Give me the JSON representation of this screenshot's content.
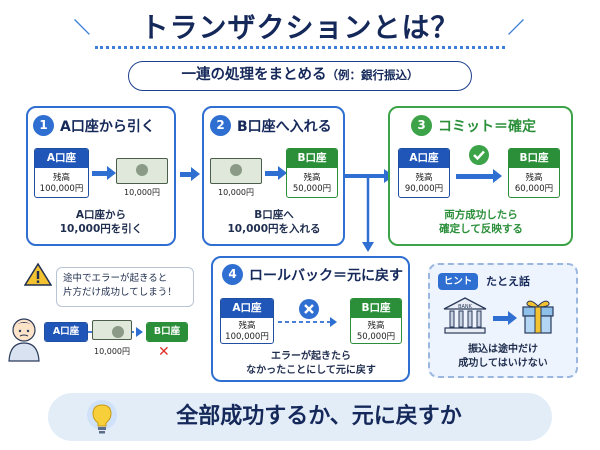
{
  "title": "トランザクションとは？",
  "subtitle": {
    "main": "一連の処理をまとめる",
    "example": "（例：銀行振込）"
  },
  "step1": {
    "num": "1",
    "title": "A口座から引く",
    "account_label": "A口座",
    "balance_label": "残高",
    "balance": "100,000円",
    "cash_amount": "10,000円",
    "caption": [
      "A口座から",
      "10,000円を引く"
    ]
  },
  "step2": {
    "num": "2",
    "title": "B口座へ入れる",
    "account_label": "B口座",
    "balance_label": "残高",
    "balance": "50,000円",
    "cash_amount": "10,000円",
    "caption": [
      "B口座へ",
      "10,000円を入れる"
    ]
  },
  "step3": {
    "num": "3",
    "title": "コミット＝確定",
    "a_label": "A口座",
    "a_balance_label": "残高",
    "a_balance": "90,000円",
    "b_label": "B口座",
    "b_balance_label": "残高",
    "b_balance": "60,000円",
    "caption": [
      "両方成功したら",
      "確定して反映する"
    ]
  },
  "step4": {
    "num": "4",
    "title": "ロールバック＝元に戻す",
    "a_label": "A口座",
    "a_balance_label": "残高",
    "a_balance": "100,000円",
    "b_label": "B口座",
    "b_balance_label": "残高",
    "b_balance": "50,000円",
    "caption": [
      "エラーが起きたら",
      "なかったことにして元に戻す"
    ]
  },
  "warning": {
    "text": [
      "途中でエラーが起きると",
      "片方だけ成功してしまう！"
    ],
    "a_label": "A口座",
    "cash_amount": "10,000円",
    "b_label": "B口座"
  },
  "hint": {
    "label": "ヒント",
    "title": "たとえ話",
    "bank_text": "BANK",
    "caption": [
      "振込は途中だけ",
      "成功してはいけない"
    ]
  },
  "banner": {
    "text": "全部成功するか、元に戻すか"
  },
  "colors": {
    "blue": "#2f6fd1",
    "green": "#3ca348",
    "navy": "#15285a",
    "red": "#e0312b",
    "warning": "#f2c230"
  }
}
